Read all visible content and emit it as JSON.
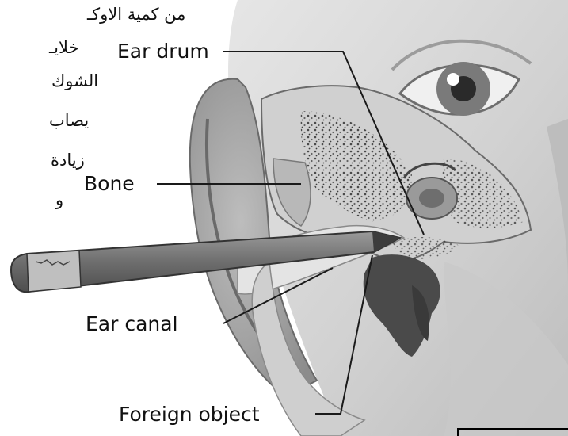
{
  "arabic_text": {
    "line1": "من كمية الاوكـ",
    "line2": "خلايـ",
    "line3": "الشوك",
    "line4": "يصاب",
    "line5": "زيادة",
    "line6": "و"
  },
  "labels": {
    "ear_drum": "Ear drum",
    "bone": "Bone",
    "ear_canal": "Ear canal",
    "foreign_object": "Foreign object"
  },
  "colors": {
    "skin": "#d9d9d9",
    "skin_shadow": "#b5b5b5",
    "ear_outer": "#a9a9a9",
    "cavity_dark": "#4a4a4a",
    "bone_light": "#c4c4c4",
    "pencil": "#757575",
    "leader_line": "#1a1a1a"
  }
}
